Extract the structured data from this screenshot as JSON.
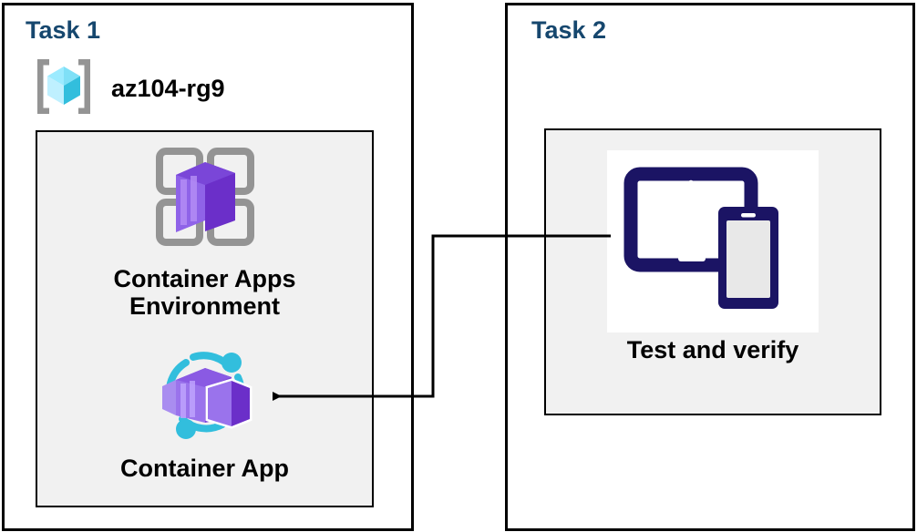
{
  "diagram": {
    "title_color": "#16476e",
    "background": "#ffffff",
    "group_fill": "#f1f1f1",
    "border_color": "#000000"
  },
  "task1": {
    "title": "Task 1",
    "resource_group": {
      "icon": "azure-resource-group-icon",
      "label": "az104-rg9"
    },
    "nodes": [
      {
        "icon": "container-apps-environment-icon",
        "label": "Container Apps\nEnvironment"
      },
      {
        "icon": "container-app-icon",
        "label": "Container App"
      }
    ]
  },
  "task2": {
    "title": "Task 2",
    "nodes": [
      {
        "icon": "test-and-verify-devices-icon",
        "label": "Test and verify"
      }
    ]
  },
  "connector": {
    "name": "test-verify-to-container-app-arrow",
    "from": "Test and verify",
    "to": "Container App",
    "arrow_direction": "left",
    "color": "#000000"
  },
  "palette": {
    "navy": "#16476e",
    "icon_navy": "#1b1464",
    "purple_dark": "#6b2fc9",
    "purple_mid": "#8661d9",
    "purple_light": "#a98df0",
    "cyan": "#32bedd",
    "cyan_light": "#9cebff",
    "grey_icon": "#949494",
    "grey_fill": "#e8e8e8"
  }
}
